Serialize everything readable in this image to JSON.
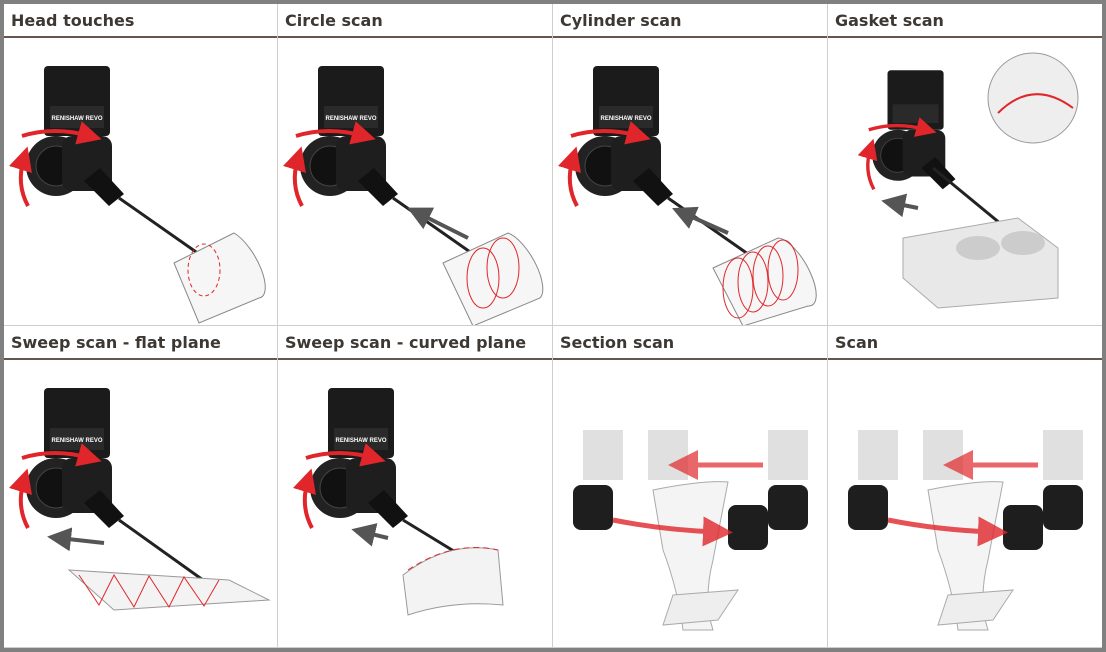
{
  "cells": [
    {
      "title": "Head touches",
      "illustration": "probe-touch-cylinder"
    },
    {
      "title": "Circle scan",
      "illustration": "probe-circle-scan-cylinder"
    },
    {
      "title": "Cylinder scan",
      "illustration": "probe-helix-scan-cylinder"
    },
    {
      "title": "Gasket scan",
      "illustration": "probe-gasket-scan-engine-block"
    },
    {
      "title": "Sweep scan - flat plane",
      "illustration": "probe-sweep-flat-plane"
    },
    {
      "title": "Sweep scan - curved plane",
      "illustration": "probe-sweep-curved-plane"
    },
    {
      "title": "Section scan",
      "illustration": "probes-section-scan-blade"
    },
    {
      "title": "Scan",
      "illustration": "probes-scan-blade"
    }
  ],
  "colors": {
    "accent": "#e0262b",
    "header_rule": "#66564b",
    "header_text": "#3d3833",
    "outer_border": "#808080"
  },
  "probe_brand": "RENISHAW REVO"
}
